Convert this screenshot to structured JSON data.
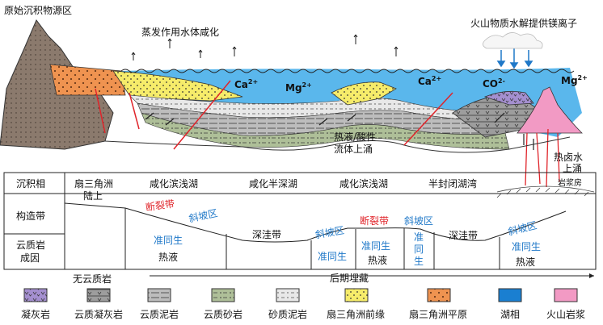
{
  "diagram": {
    "top_labels": {
      "source_area": "原始沉积物源区",
      "evaporation": "蒸发作用水体咸化",
      "volcanic": "火山物质水解提供镁离子"
    },
    "ions": [
      "Ca",
      "Mg",
      "Ca",
      "CO",
      "Mg"
    ],
    "ion_sup": [
      "2+",
      "2+",
      "2+",
      "2-",
      "2+"
    ],
    "fluid_label_1": "热液/酸性",
    "fluid_label_2": "流体上涌",
    "brine_label_1": "热卤水",
    "brine_label_2": "上涌",
    "magma_chamber": "岩浆房",
    "row_headers": [
      "沉积相",
      "构造带",
      "云质岩",
      "成因"
    ],
    "facies": [
      "扇三角洲",
      "陆上",
      "咸化滨浅湖",
      "咸化半深湖",
      "咸化滨浅湖",
      "半封闭湖湾"
    ],
    "tectonic": {
      "fault_zone_1": "断裂带",
      "slope_1": "斜坡区",
      "depression_1": "深洼带",
      "slope_2": "斜坡区",
      "fault_zone_2": "断裂带",
      "slope_3": "斜坡区",
      "depression_2": "深洼带",
      "slope_4": "斜坡区"
    },
    "genesis": {
      "penecontemporaneous": "准同生",
      "hydrothermal": "热液",
      "no_dolomite": "无云质岩",
      "late_burial": "后期埋藏",
      "zhun": "准",
      "tong": "同",
      "sheng": "生"
    },
    "legend": [
      {
        "label": "凝灰岩",
        "icon": "tuff-swatch"
      },
      {
        "label": "云质凝灰岩",
        "icon": "dolomitic-tuff-swatch"
      },
      {
        "label": "云质泥岩",
        "icon": "dolomitic-mudstone-swatch"
      },
      {
        "label": "云质砂岩",
        "icon": "dolomitic-sandstone-swatch"
      },
      {
        "label": "砂质泥岩",
        "icon": "sandy-mudstone-swatch"
      },
      {
        "label": "扇三角洲前缘",
        "icon": "fan-delta-front-swatch"
      },
      {
        "label": "扇三角洲平原",
        "icon": "fan-delta-plain-swatch"
      },
      {
        "label": "湖相",
        "icon": "lacustrine-swatch"
      },
      {
        "label": "火山岩浆",
        "icon": "volcanic-magma-swatch"
      }
    ],
    "colors": {
      "lake": "#5ab7ec",
      "fan_front": "#f6ec6a",
      "fan_plain": "#ef9350",
      "magma": "#f29ac4",
      "tuff": "#a48fcf",
      "dolo_tuff": "#9d9d9d",
      "dolo_mud": "#bdbdbd",
      "dolo_sand": "#aebf98",
      "sandy_mud": "#e2e2e2",
      "mountain": "#8b7a6d",
      "fault": "#e0242a",
      "label_blue": "#1f78c8"
    }
  }
}
